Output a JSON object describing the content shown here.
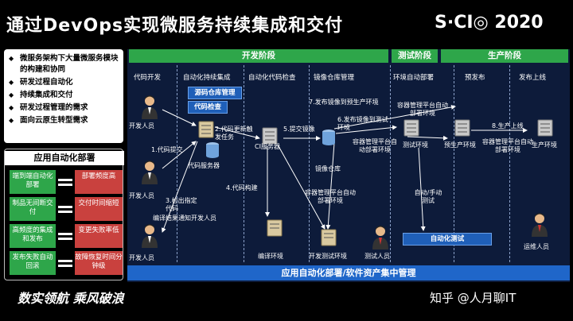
{
  "header": {
    "title": "通过DevOps实现微服务持续集成和交付",
    "brand": "S·CI◎ 2020"
  },
  "left_panel": {
    "bullets": [
      "微服务架构下大量微服务模块的构建和协同",
      "研发过程自动化",
      "持续集成和交付",
      "研发过程管理的需求",
      "面向云原生转型需求"
    ]
  },
  "auto_deploy": {
    "title": "应用自动化部署",
    "rows": [
      {
        "left": "端到端自动化部署",
        "right": "部署频度高"
      },
      {
        "left": "制品无间断交付",
        "right": "交付时间缩短"
      },
      {
        "left": "高频度的集成和发布",
        "right": "变更失败率低"
      },
      {
        "left": "发布失败自动回滚",
        "right": "故障恢复时间分钟级"
      }
    ]
  },
  "diagram": {
    "phases": [
      "开发阶段",
      "测试阶段",
      "生产阶段"
    ],
    "columns": [
      "代码开发",
      "自动化持续集成",
      "自动化代码检查",
      "镜像仓库管理",
      "环境自动部署",
      "预发布",
      "发布上线"
    ],
    "tags": [
      "源码仓库管理",
      "代码检查",
      "自动化测试"
    ],
    "nodes": {
      "dev1": "开发人员",
      "dev2": "开发人员",
      "dev3": "开发人员",
      "code_server": "代码服务器",
      "ci_server": "CI服务器",
      "mirror_repo": "镜像仓库",
      "compile_env": "编译环境",
      "dev_test_env": "开发测试环境",
      "test_env": "测试环境",
      "pre_env": "预生产环境",
      "prod_env": "生产环境",
      "tester": "测试人员",
      "ops": "运维人员"
    },
    "steps": [
      "1.代码提交",
      "2.代码更新触发任务",
      "3.检出指定代码",
      "编译结果通知开发人员",
      "4.代码构建",
      "5.提交镜像",
      "6.发布镜像到测试环境",
      "7.发布镜像到预生产环境",
      "8.生产上线"
    ],
    "platform_labels": [
      "容器管理平台自动部署环境",
      "容器管理平台自动部署环境",
      "容器管理平台自动部署环境",
      "容器管理平台自动部署环境"
    ],
    "manual_test": "自动/手动测试",
    "bottom_bar": "应用自动化部署/软件资产集中管理"
  },
  "footer": {
    "slogan": "数实领航  乘风破浪",
    "source": "知乎 @人月聊IT"
  }
}
